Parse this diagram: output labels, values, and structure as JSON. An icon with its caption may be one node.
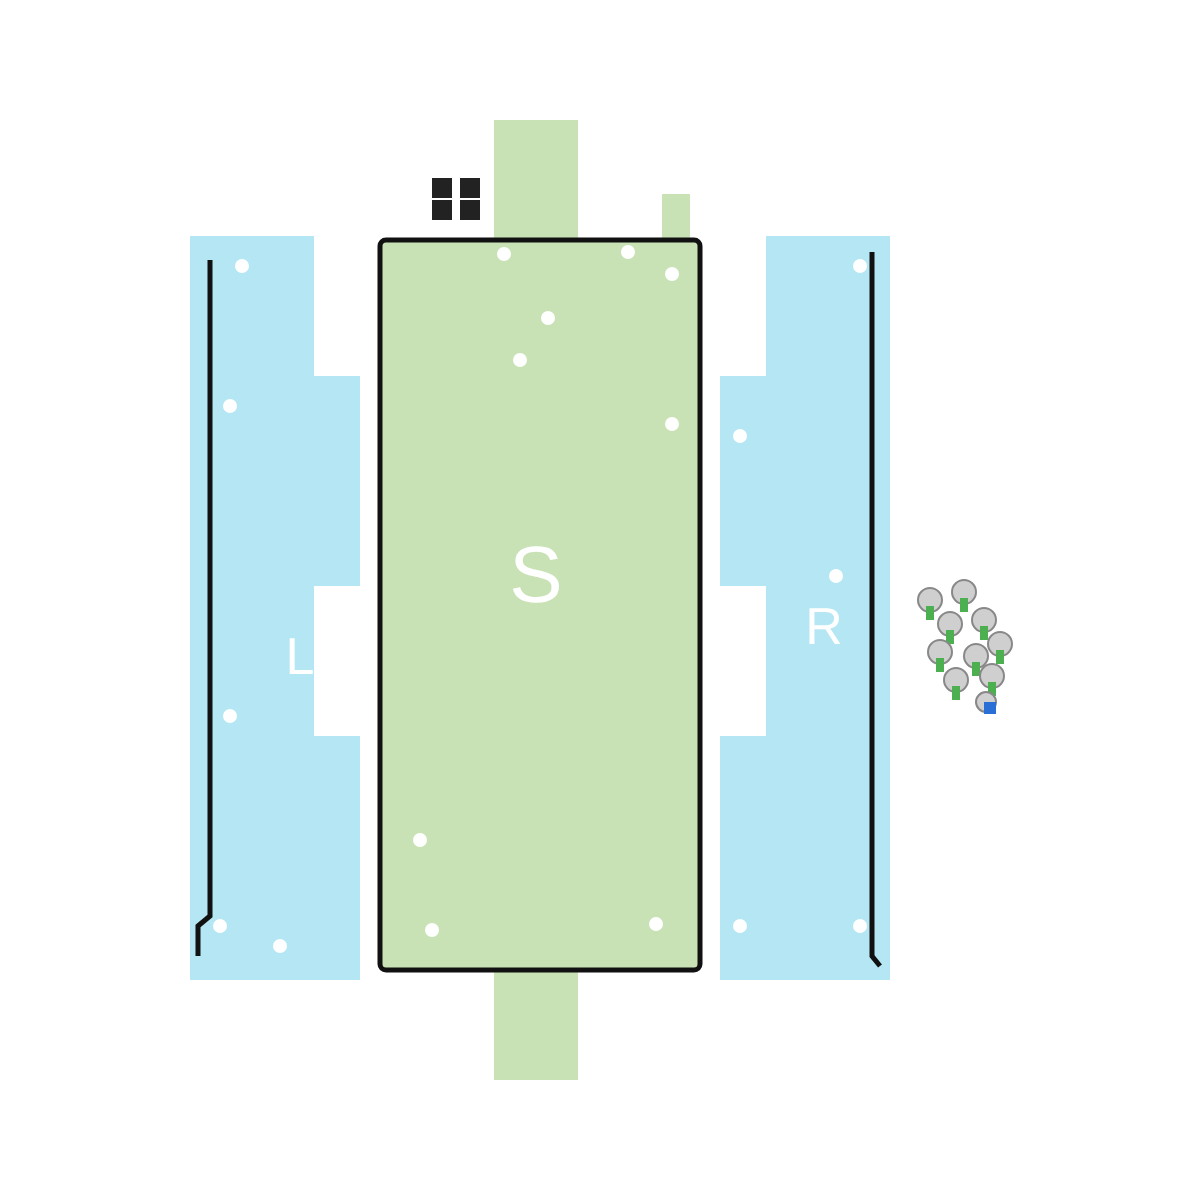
{
  "diagram": {
    "nodes": [
      {
        "text": [
          "L"
        ]
      },
      {
        "text": [
          "S"
        ]
      },
      {
        "text": [
          "R"
        ]
      }
    ]
  }
}
